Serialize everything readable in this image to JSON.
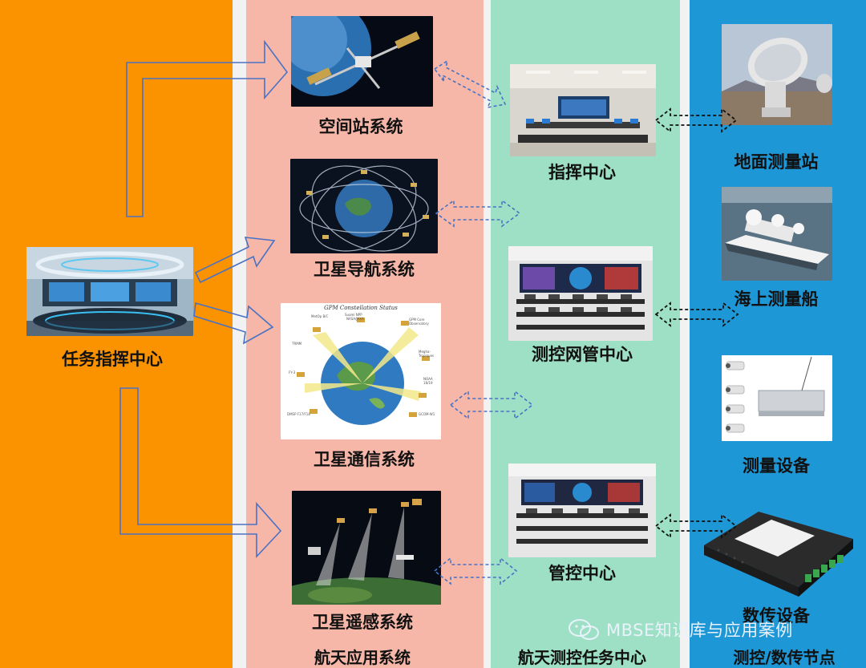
{
  "columns": {
    "left_title": "任务指挥中心",
    "aerospace_apps": "航天应用系统",
    "ttc_center": "航天测控任务中心",
    "nodes": "测控/数传节点"
  },
  "systems": {
    "space_station": "空间站系统",
    "sat_navigation": "卫星导航系统",
    "sat_comm": "卫星通信系统",
    "sat_remote": "卫星遥感系统"
  },
  "centers": {
    "command": "指挥中心",
    "ttc_net": "测控网管中心",
    "control": "管控中心"
  },
  "nodes": {
    "ground_station": "地面测量站",
    "sea_ship": "海上测量船",
    "measure_equipment": "测量设备",
    "data_equipment": "数传设备"
  },
  "gpm_figure": {
    "title": "GPM Constellation Status",
    "labels": [
      "NASA/JAXA",
      "Suomi NPP",
      "MetOp B/C",
      "GPM Core Observatory",
      "TRMM",
      "Megha-Tropiques",
      "FY-3",
      "NOAA 18/19",
      "DMSP F17/F18",
      "GCOM-W1"
    ]
  },
  "watermark": {
    "text": "MBSE知识库与应用案例",
    "icon": "wechat-icon"
  },
  "colors": {
    "orange": "#fb9300",
    "pink": "#f6b7a8",
    "green": "#9ee0c6",
    "blue": "#1e97d6",
    "arrow": "#4a72c4"
  }
}
